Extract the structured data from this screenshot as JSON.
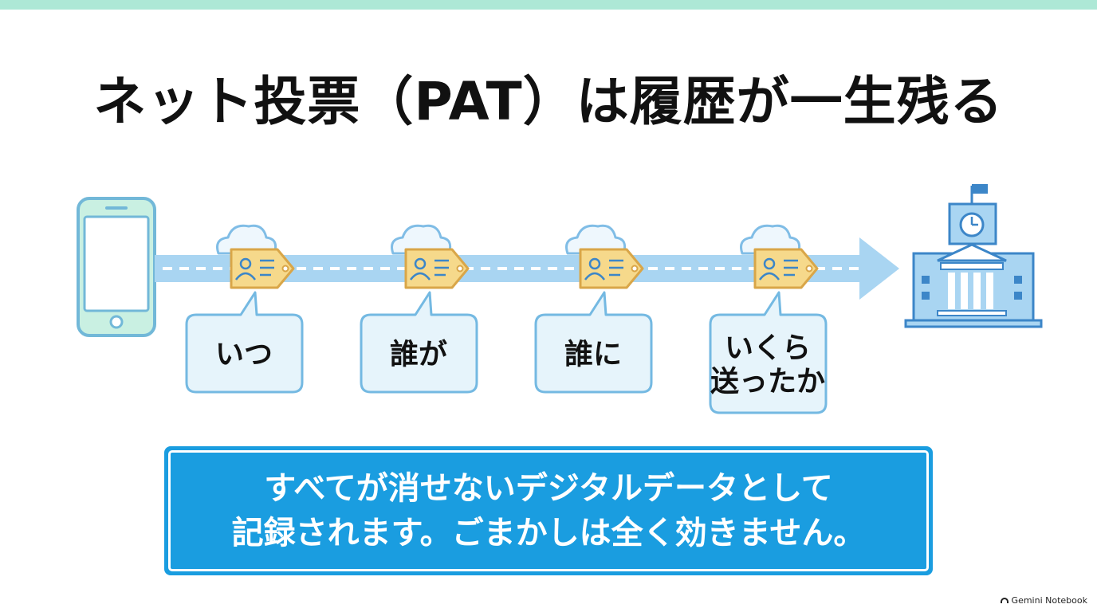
{
  "title": "ネット投票（PAT）は履歴が一生残る",
  "steps": [
    {
      "lines": [
        "いつ"
      ]
    },
    {
      "lines": [
        "誰が"
      ]
    },
    {
      "lines": [
        "誰に"
      ]
    },
    {
      "lines": [
        "いくら",
        "送ったか"
      ]
    }
  ],
  "message": {
    "line1": "すべてが消せないデジタルデータとして",
    "line2": "記録されます。ごまかしは全く効きません。"
  },
  "watermark": "Gemini Notebook",
  "icons": {
    "source": "smartphone-icon",
    "tag": "id-tag-icon",
    "cloud": "cloud-icon",
    "destination": "building-icon"
  },
  "colors": {
    "accent_bar": "#ade8d6",
    "message_bg": "#1a9de0",
    "arrow": "#a9d5f2",
    "tag": "#f6d98b",
    "bubble": "#e6f4fb"
  }
}
